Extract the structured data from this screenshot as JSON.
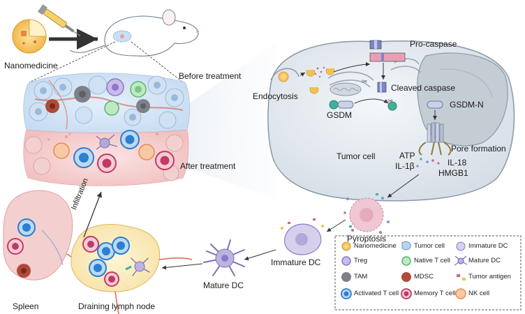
{
  "labels": {
    "nanomedicine": "Nanomedicine",
    "before_treatment": "Before treatment",
    "after_treatment": "After treatment",
    "endocytosis": "Endocytosis",
    "pro_caspase": "Pro-caspase",
    "cleaved_caspase": "Cleaved caspase",
    "gsdm": "GSDM",
    "gsdm_n": "GSDM-N",
    "pore_formation": "Pore formation",
    "tumor_cell": "Tumor cell",
    "atp": "ATP",
    "il1b": "IL-1β",
    "il18": "IL-18",
    "hmgb1": "HMGB1",
    "pyroptosis": "Pyroptosis",
    "immature_dc": "Immature DC",
    "mature_dc": "Mature DC",
    "draining_lymph_node": "Draining lymph node",
    "spleen": "Spleen",
    "infiltration": "Infiltration"
  },
  "legend": [
    {
      "label": "Nanomedicine",
      "icon": "nanomedicine-icon"
    },
    {
      "label": "Tumor cell",
      "icon": "tumor-cell-icon"
    },
    {
      "label": "Immature DC",
      "icon": "immature-dc-icon"
    },
    {
      "label": "Treg",
      "icon": "treg-icon"
    },
    {
      "label": "Native T cell",
      "icon": "native-t-cell-icon"
    },
    {
      "label": "Mature DC",
      "icon": "mature-dc-icon"
    },
    {
      "label": "TAM",
      "icon": "tam-icon"
    },
    {
      "label": "MDSC",
      "icon": "mdsc-icon"
    },
    {
      "label": "Tumor antigen",
      "icon": "tumor-antigen-icon"
    },
    {
      "label": "Activated T cell",
      "icon": "activated-t-cell-icon"
    },
    {
      "label": "Memory T cell",
      "icon": "memory-t-cell-icon"
    },
    {
      "label": "NK cell",
      "icon": "nk-cell-icon"
    }
  ],
  "colors": {
    "cell_body": "#d8e4ee",
    "nucleus": "#c4cdd6",
    "tumor_blue": "#b7d4ee",
    "tumor_pink": "#f1c9c9",
    "activated_t": "#2a7fd0",
    "memory_t": "#c23a64",
    "native_t": "#8fd49a",
    "treg": "#b7a6e0",
    "tam": "#7d8189",
    "mdsc": "#b04a3a",
    "dc": "#9a8fc7",
    "nanomedicine": "#f2c34c",
    "nk": "#f3a66e",
    "arrow": "#333333"
  }
}
